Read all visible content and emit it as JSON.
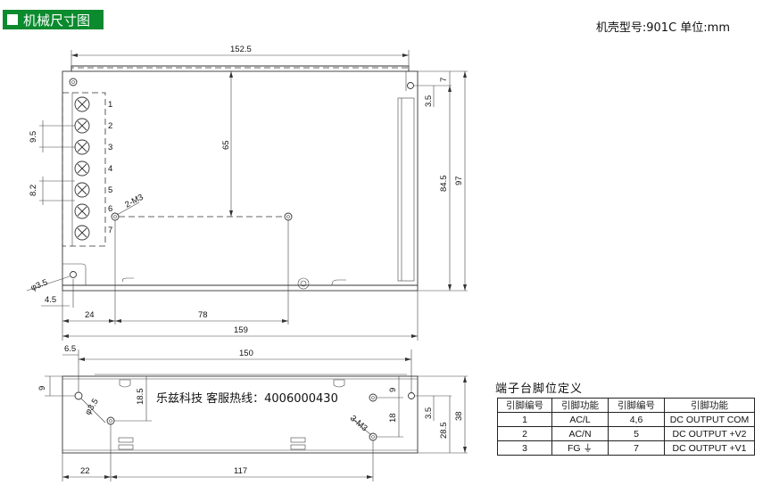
{
  "header": {
    "title": "机械尺寸图",
    "model": "机壳型号:901C 单位:mm"
  },
  "dims": {
    "top_width": "152.5",
    "d65": "65",
    "d9_5": "9.5",
    "d8_2": "8.2",
    "d2m3": "2-M3",
    "d7": "7",
    "d3_5a": "3.5",
    "d84_5": "84.5",
    "d97": "97",
    "dphi": "φ3.5",
    "d4_5": "4.5",
    "d24": "24",
    "d78": "78",
    "d159": "159",
    "d6_5": "6.5",
    "d150": "150",
    "d9a": "9",
    "d18_5": "18.5",
    "d9b": "9",
    "d18": "18",
    "d3_5b": "3.5",
    "d28_5": "28.5",
    "d38": "38",
    "d3m3": "3-M3",
    "dphi2": "φ3.5",
    "d22": "22",
    "d117": "117"
  },
  "terminal_numbers": [
    "1",
    "2",
    "3",
    "4",
    "5",
    "6",
    "7"
  ],
  "contact": "乐兹科技 客服热线：4006000430",
  "pin_table": {
    "title": "端子台脚位定义",
    "headers": [
      "引脚编号",
      "引脚功能",
      "引脚编号",
      "引脚功能"
    ],
    "rows": [
      [
        "1",
        "AC/L",
        "4,6",
        "DC OUTPUT COM"
      ],
      [
        "2",
        "AC/N",
        "5",
        "DC OUTPUT +V2"
      ],
      [
        "3",
        "FG ⏚",
        "7",
        "DC OUTPUT +V1"
      ]
    ]
  }
}
